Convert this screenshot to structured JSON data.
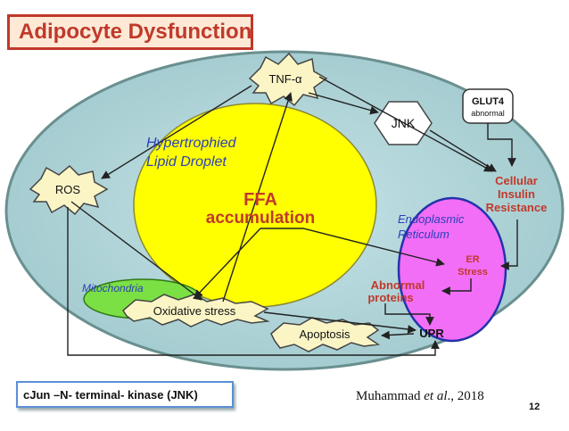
{
  "title": "Adipocyte Dysfunction",
  "nodes": {
    "tnf": "TNF-α",
    "glut4_line1": "GLUT4",
    "glut4_line2": "abnormal",
    "jnk": "JNK",
    "hypertrophied_line1": "Hypertrophied",
    "hypertrophied_line2": "Lipid Droplet",
    "ffa_line1": "FFA",
    "ffa_line2": "accumulation",
    "ros": "ROS",
    "cellular_line1": "Cellular",
    "cellular_line2": "Insulin",
    "cellular_line3": "Resistance",
    "er_label_line1": "Endoplasmic",
    "er_label_line2": "Reticulum",
    "er_stress_line1": "ER",
    "er_stress_line2": "Stress",
    "abnormal_line1": "Abnormal",
    "abnormal_line2": "proteins",
    "mitochondria": "Mitochondria",
    "oxidative": "Oxidative stress",
    "apoptosis": "Apoptosis",
    "upr": "UPR"
  },
  "legend": "cJun –N- terminal- kinase (JNK)",
  "citation": {
    "author": "Muhammad",
    "etal": "et al",
    "year": "., 2018"
  },
  "page_number": "12",
  "colors": {
    "cell_fill": "#aed4d9",
    "cell_edge": "#6a8f8f",
    "droplet": "#ffff00",
    "er": "#f26ef7",
    "mito": "#7be043",
    "star": "#fbf5c6",
    "title_red": "#c0392b",
    "italic_blue": "#2b3fb8",
    "arrow": "#222222"
  }
}
